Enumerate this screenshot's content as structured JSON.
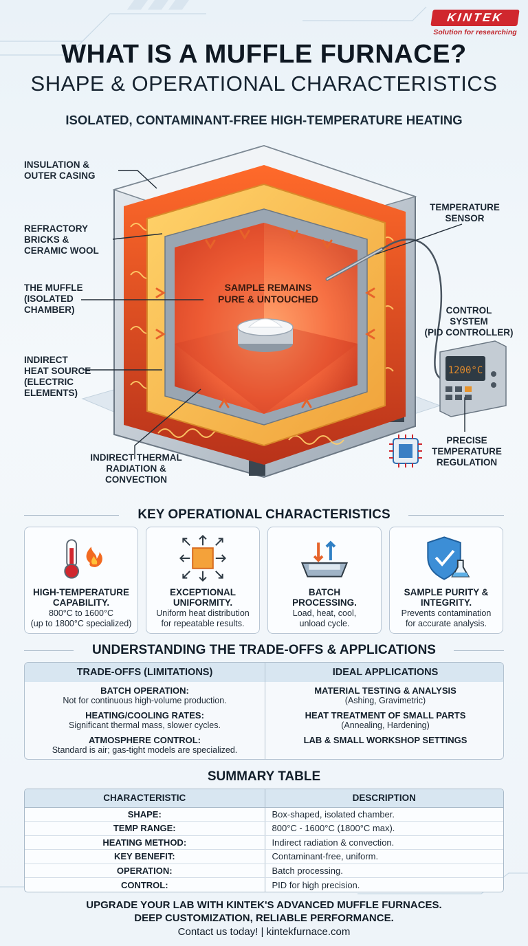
{
  "brand": {
    "name": "KINTEK",
    "tagline": "Solution for researching",
    "color": "#d0272e"
  },
  "header": {
    "title": "WHAT IS A MUFFLE FURNACE?",
    "subtitle": "SHAPE & OPERATIONAL CHARACTERISTICS",
    "tagline": "ISOLATED, CONTAMINANT-FREE HIGH-TEMPERATURE HEATING"
  },
  "diagram": {
    "labels": {
      "insulation": "INSULATION &\nOUTER CASING",
      "refractory": "REFRACTORY\nBRICKS &\nCERAMIC WOOL",
      "muffle": "THE MUFFLE\n(ISOLATED\nCHAMBER)",
      "heat_source": "INDIRECT\nHEAT SOURCE\n(ELECTRIC\nELEMENTS)",
      "radiation": "INDIRECT THERMAL\nRADIATION &\nCONVECTION",
      "sensor": "TEMPERATURE\nSENSOR",
      "control": "CONTROL\nSYSTEM\n(PID CONTROLLER)",
      "regulation": "PRECISE\nTEMPERATURE\nREGULATION",
      "sample": "SAMPLE REMAINS\nPURE & UNTOUCHED"
    },
    "controller_display": "1200°C"
  },
  "characteristics": {
    "title": "KEY OPERATIONAL CHARACTERISTICS",
    "cards": [
      {
        "icon": "thermometer-flame-icon",
        "title": "HIGH-TEMPERATURE\nCAPABILITY.",
        "desc": "800°C to 1600°C\n(up to 1800°C specialized)"
      },
      {
        "icon": "uniform-heat-icon",
        "title": "EXCEPTIONAL\nUNIFORMITY.",
        "desc": "Uniform heat distribution\nfor repeatable results."
      },
      {
        "icon": "batch-tray-icon",
        "title": "BATCH\nPROCESSING.",
        "desc": "Load, heat, cool,\nunload cycle."
      },
      {
        "icon": "shield-flask-icon",
        "title": "SAMPLE PURITY &\nINTEGRITY.",
        "desc": "Prevents contamination\nfor accurate analysis."
      }
    ]
  },
  "tradeoffs": {
    "title": "UNDERSTANDING THE TRADE-OFFS & APPLICATIONS",
    "left_header": "TRADE-OFFS (LIMITATIONS)",
    "right_header": "IDEAL APPLICATIONS",
    "limitations": [
      {
        "title": "BATCH OPERATION:",
        "desc": "Not for continuous high-volume production."
      },
      {
        "title": "HEATING/COOLING RATES:",
        "desc": "Significant thermal mass, slower cycles."
      },
      {
        "title": "ATMOSPHERE CONTROL:",
        "desc": "Standard is air; gas-tight models are specialized."
      }
    ],
    "applications": [
      {
        "title": "MATERIAL TESTING & ANALYSIS",
        "desc": "(Ashing, Gravimetric)"
      },
      {
        "title": "HEAT TREATMENT OF SMALL PARTS",
        "desc": "(Annealing, Hardening)"
      },
      {
        "title": "LAB & SMALL WORKSHOP SETTINGS",
        "desc": ""
      }
    ]
  },
  "summary": {
    "title": "SUMMARY TABLE",
    "col_key": "CHARACTERISTIC",
    "col_value": "DESCRIPTION",
    "rows": [
      {
        "k": "SHAPE:",
        "v": "Box-shaped, isolated chamber."
      },
      {
        "k": "TEMP RANGE:",
        "v": "800°C - 1600°C (1800°C max)."
      },
      {
        "k": "HEATING METHOD:",
        "v": "Indirect radiation & convection."
      },
      {
        "k": "KEY BENEFIT:",
        "v": "Contaminant-free, uniform."
      },
      {
        "k": "OPERATION:",
        "v": "Batch processing."
      },
      {
        "k": "CONTROL:",
        "v": "PID for high precision."
      }
    ]
  },
  "footer": {
    "cta_line1": "UPGRADE YOUR LAB WITH KINTEK'S ADVANCED MUFFLE FURNACES.",
    "cta_line2": "DEEP CUSTOMIZATION, RELIABLE PERFORMANCE.",
    "contact": "Contact us today! | kintekfurnace.com"
  }
}
